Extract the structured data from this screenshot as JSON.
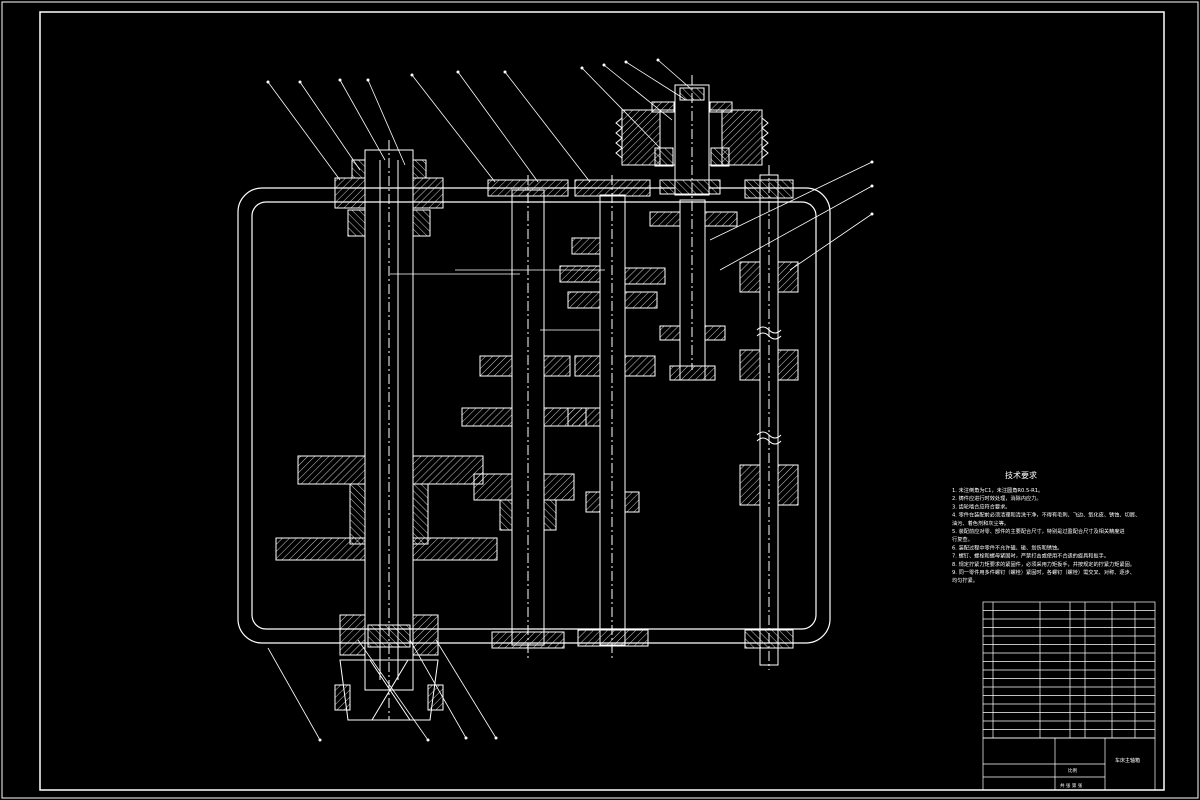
{
  "drawing": {
    "background": "#000000",
    "line_color": "#ffffff",
    "notes": {
      "title": "技术要求",
      "lines": [
        "1. 未注倒角为C1，未注圆角R0.5-R1。",
        "2. 铸件应进行时效处理，消除内应力。",
        "3. 齿轮啮合应符合要求。",
        "4. 零件在装配前必须清理和清洗干净，不得有毛刺、飞边、氧化皮、锈蚀、切屑、",
        "   油污、着色剂和灰尘等。",
        "5. 装配前应对零、部件的主要配合尺寸，特别是过盈配合尺寸及相关精度进",
        "   行复查。",
        "6. 装配过程中零件不允许磕、碰、划伤和锈蚀。",
        "7. 螺钉、螺栓和螺母紧固时，严禁打击或使用不合适的旋具和扳手。",
        "8. 规定拧紧力矩要求的紧固件，必须采用力矩扳手，并按规定的拧紧力矩紧固。",
        "9. 同一零件用多件螺钉（螺栓）紧固时，各螺钉（螺栓）需交叉、对称、逐步、",
        "   均匀拧紧。"
      ]
    },
    "title_block": {
      "drawing_name": "车床主轴箱",
      "scale_label": "比例",
      "sheet_label": "共 张 第 张"
    }
  }
}
